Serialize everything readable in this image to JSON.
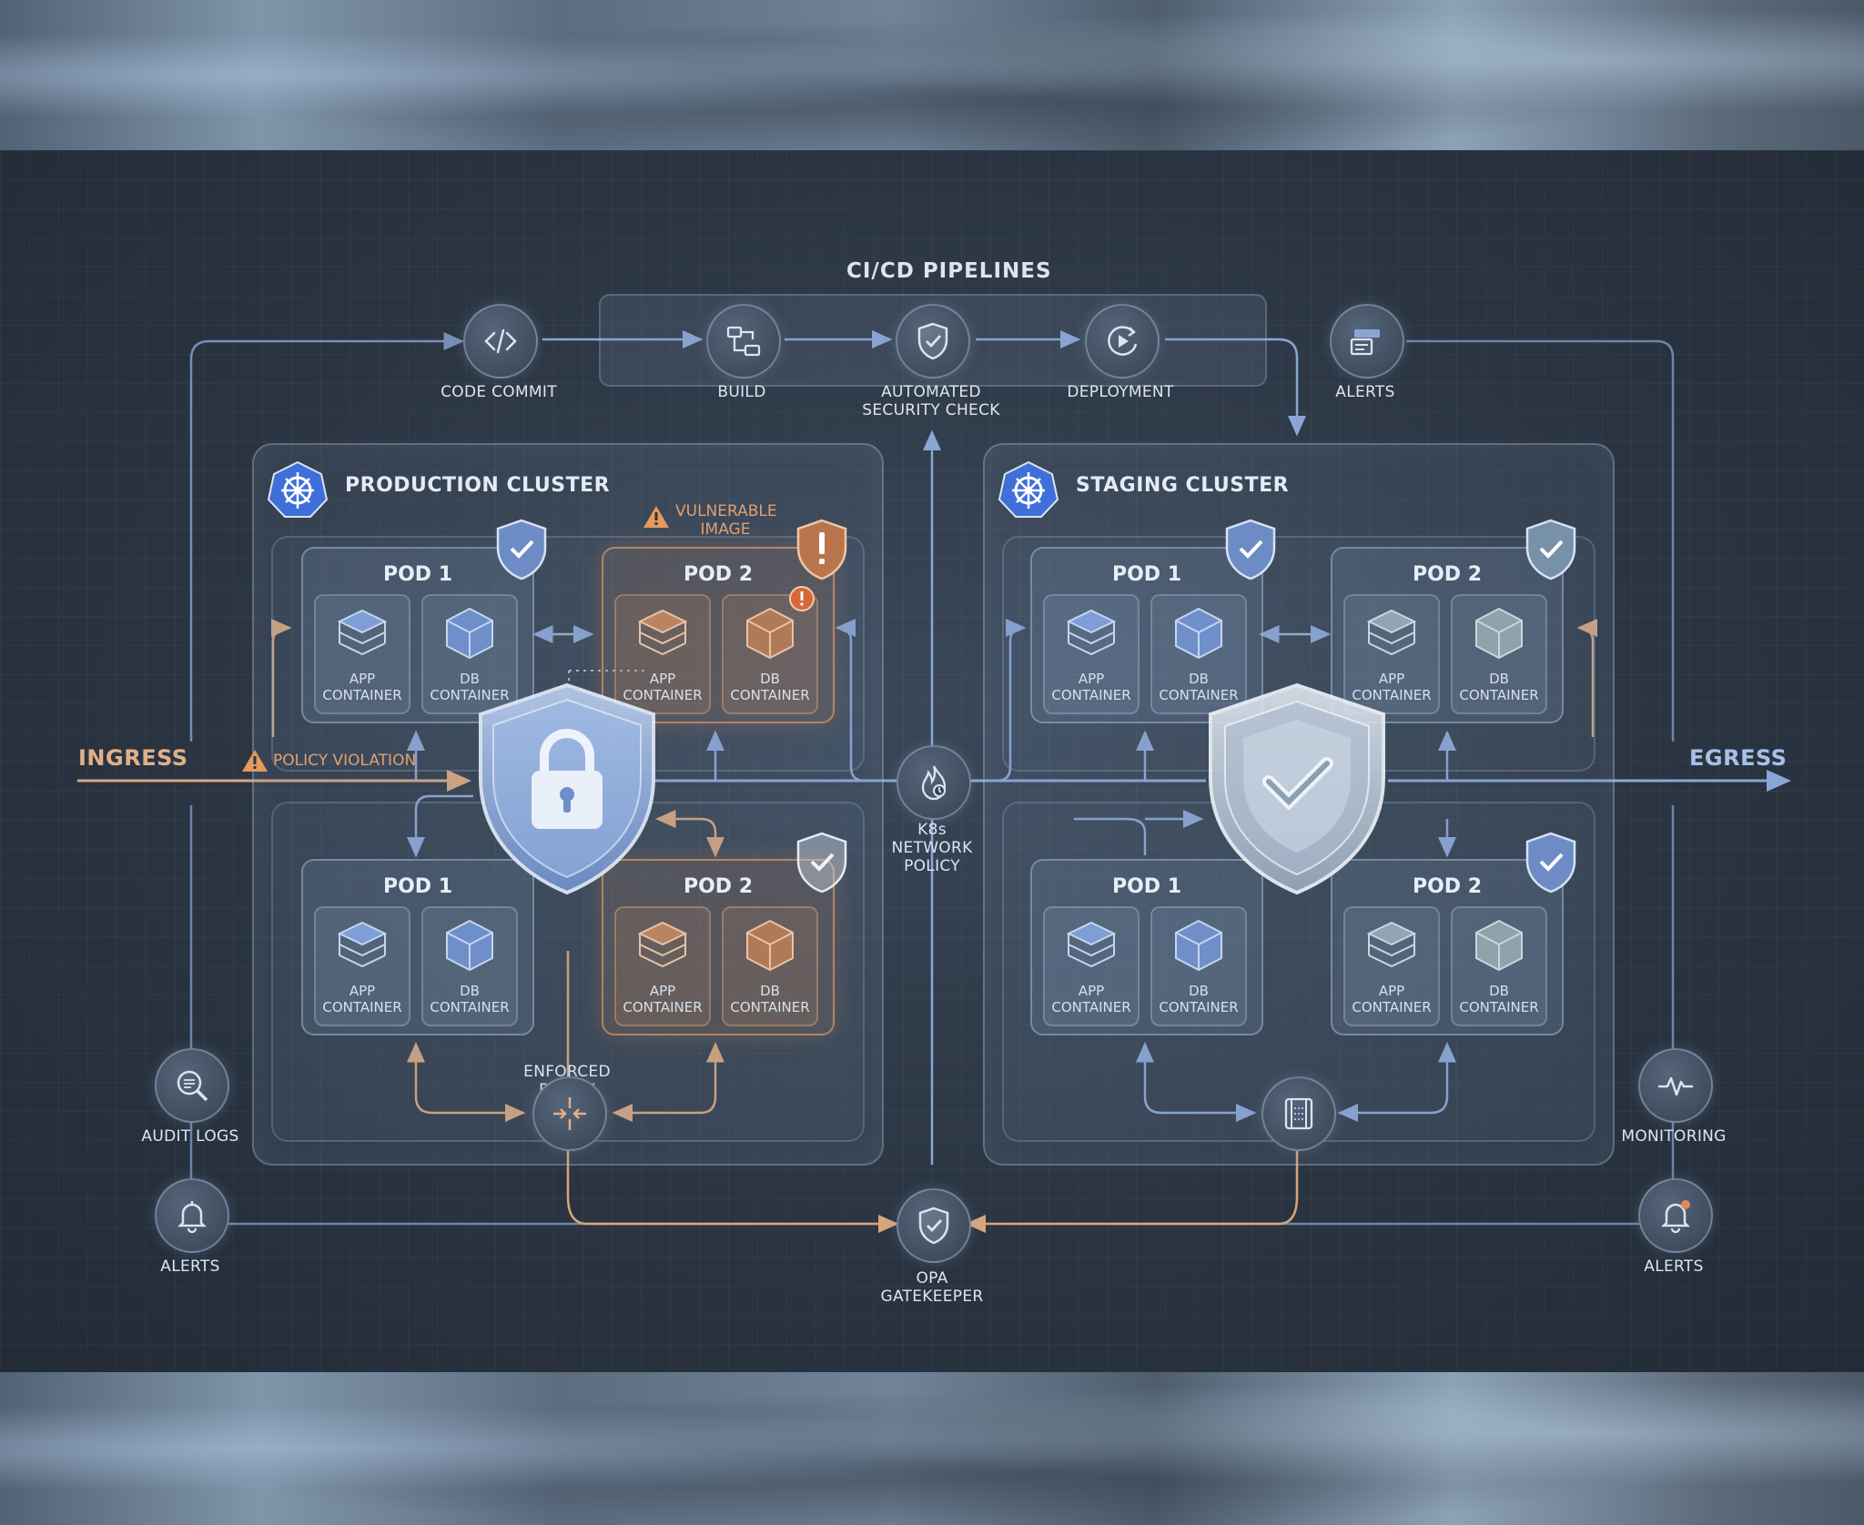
{
  "pipeline": {
    "title": "CI/CD PIPELINES",
    "stages": [
      "CODE COMMIT",
      "BUILD",
      "AUTOMATED\nSECURITY CHECK",
      "DEPLOYMENT"
    ],
    "alerts_label": "ALERTS"
  },
  "production": {
    "title": "PRODUCTION CLUSTER",
    "vulnerable_label": "VULNERABLE\nIMAGE",
    "policy_violation": "POLICY VIOLATION",
    "enforced_policy": "ENFORCED\nPOLICY",
    "pods": [
      {
        "title": "POD 1",
        "app": "APP\nCONTAINER",
        "db": "DB\nCONTAINER"
      },
      {
        "title": "POD 2",
        "app": "APP\nCONTAINER",
        "db": "DB\nCONTAINER"
      },
      {
        "title": "POD 1",
        "app": "APP\nCONTAINER",
        "db": "DB\nCONTAINER"
      },
      {
        "title": "POD 2",
        "app": "APP\nCONTAINER",
        "db": "DB\nCONTAINER"
      }
    ]
  },
  "staging": {
    "title": "STAGING CLUSTER",
    "pods": [
      {
        "title": "POD 1",
        "app": "APP\nCONTAINER",
        "db": "DB\nCONTAINER"
      },
      {
        "title": "POD 2",
        "app": "APP\nCONTAINER",
        "db": "DB\nCONTAINER"
      },
      {
        "title": "POD 1",
        "app": "APP\nCONTAINER",
        "db": "DB\nCONTAINER"
      },
      {
        "title": "POD 2",
        "app": "APP\nCONTAINER",
        "db": "DB\nCONTAINER"
      }
    ]
  },
  "center": {
    "network_policy": "K8s\nNETWORK\nPOLICY",
    "opa": "OPA\nGATEKEEPER"
  },
  "edges": {
    "ingress": "INGRESS",
    "egress": "EGRESS"
  },
  "side_left": {
    "audit_logs": "AUDIT LOGS",
    "alerts": "ALERTS"
  },
  "side_right": {
    "monitoring": "MONITORING",
    "alerts": "ALERTS"
  },
  "colors": {
    "blue_line": "#8aa6d6",
    "orange_line": "#d9a57a",
    "warning": "#e39a5c",
    "k8s_blue": "#3f6fd8"
  }
}
